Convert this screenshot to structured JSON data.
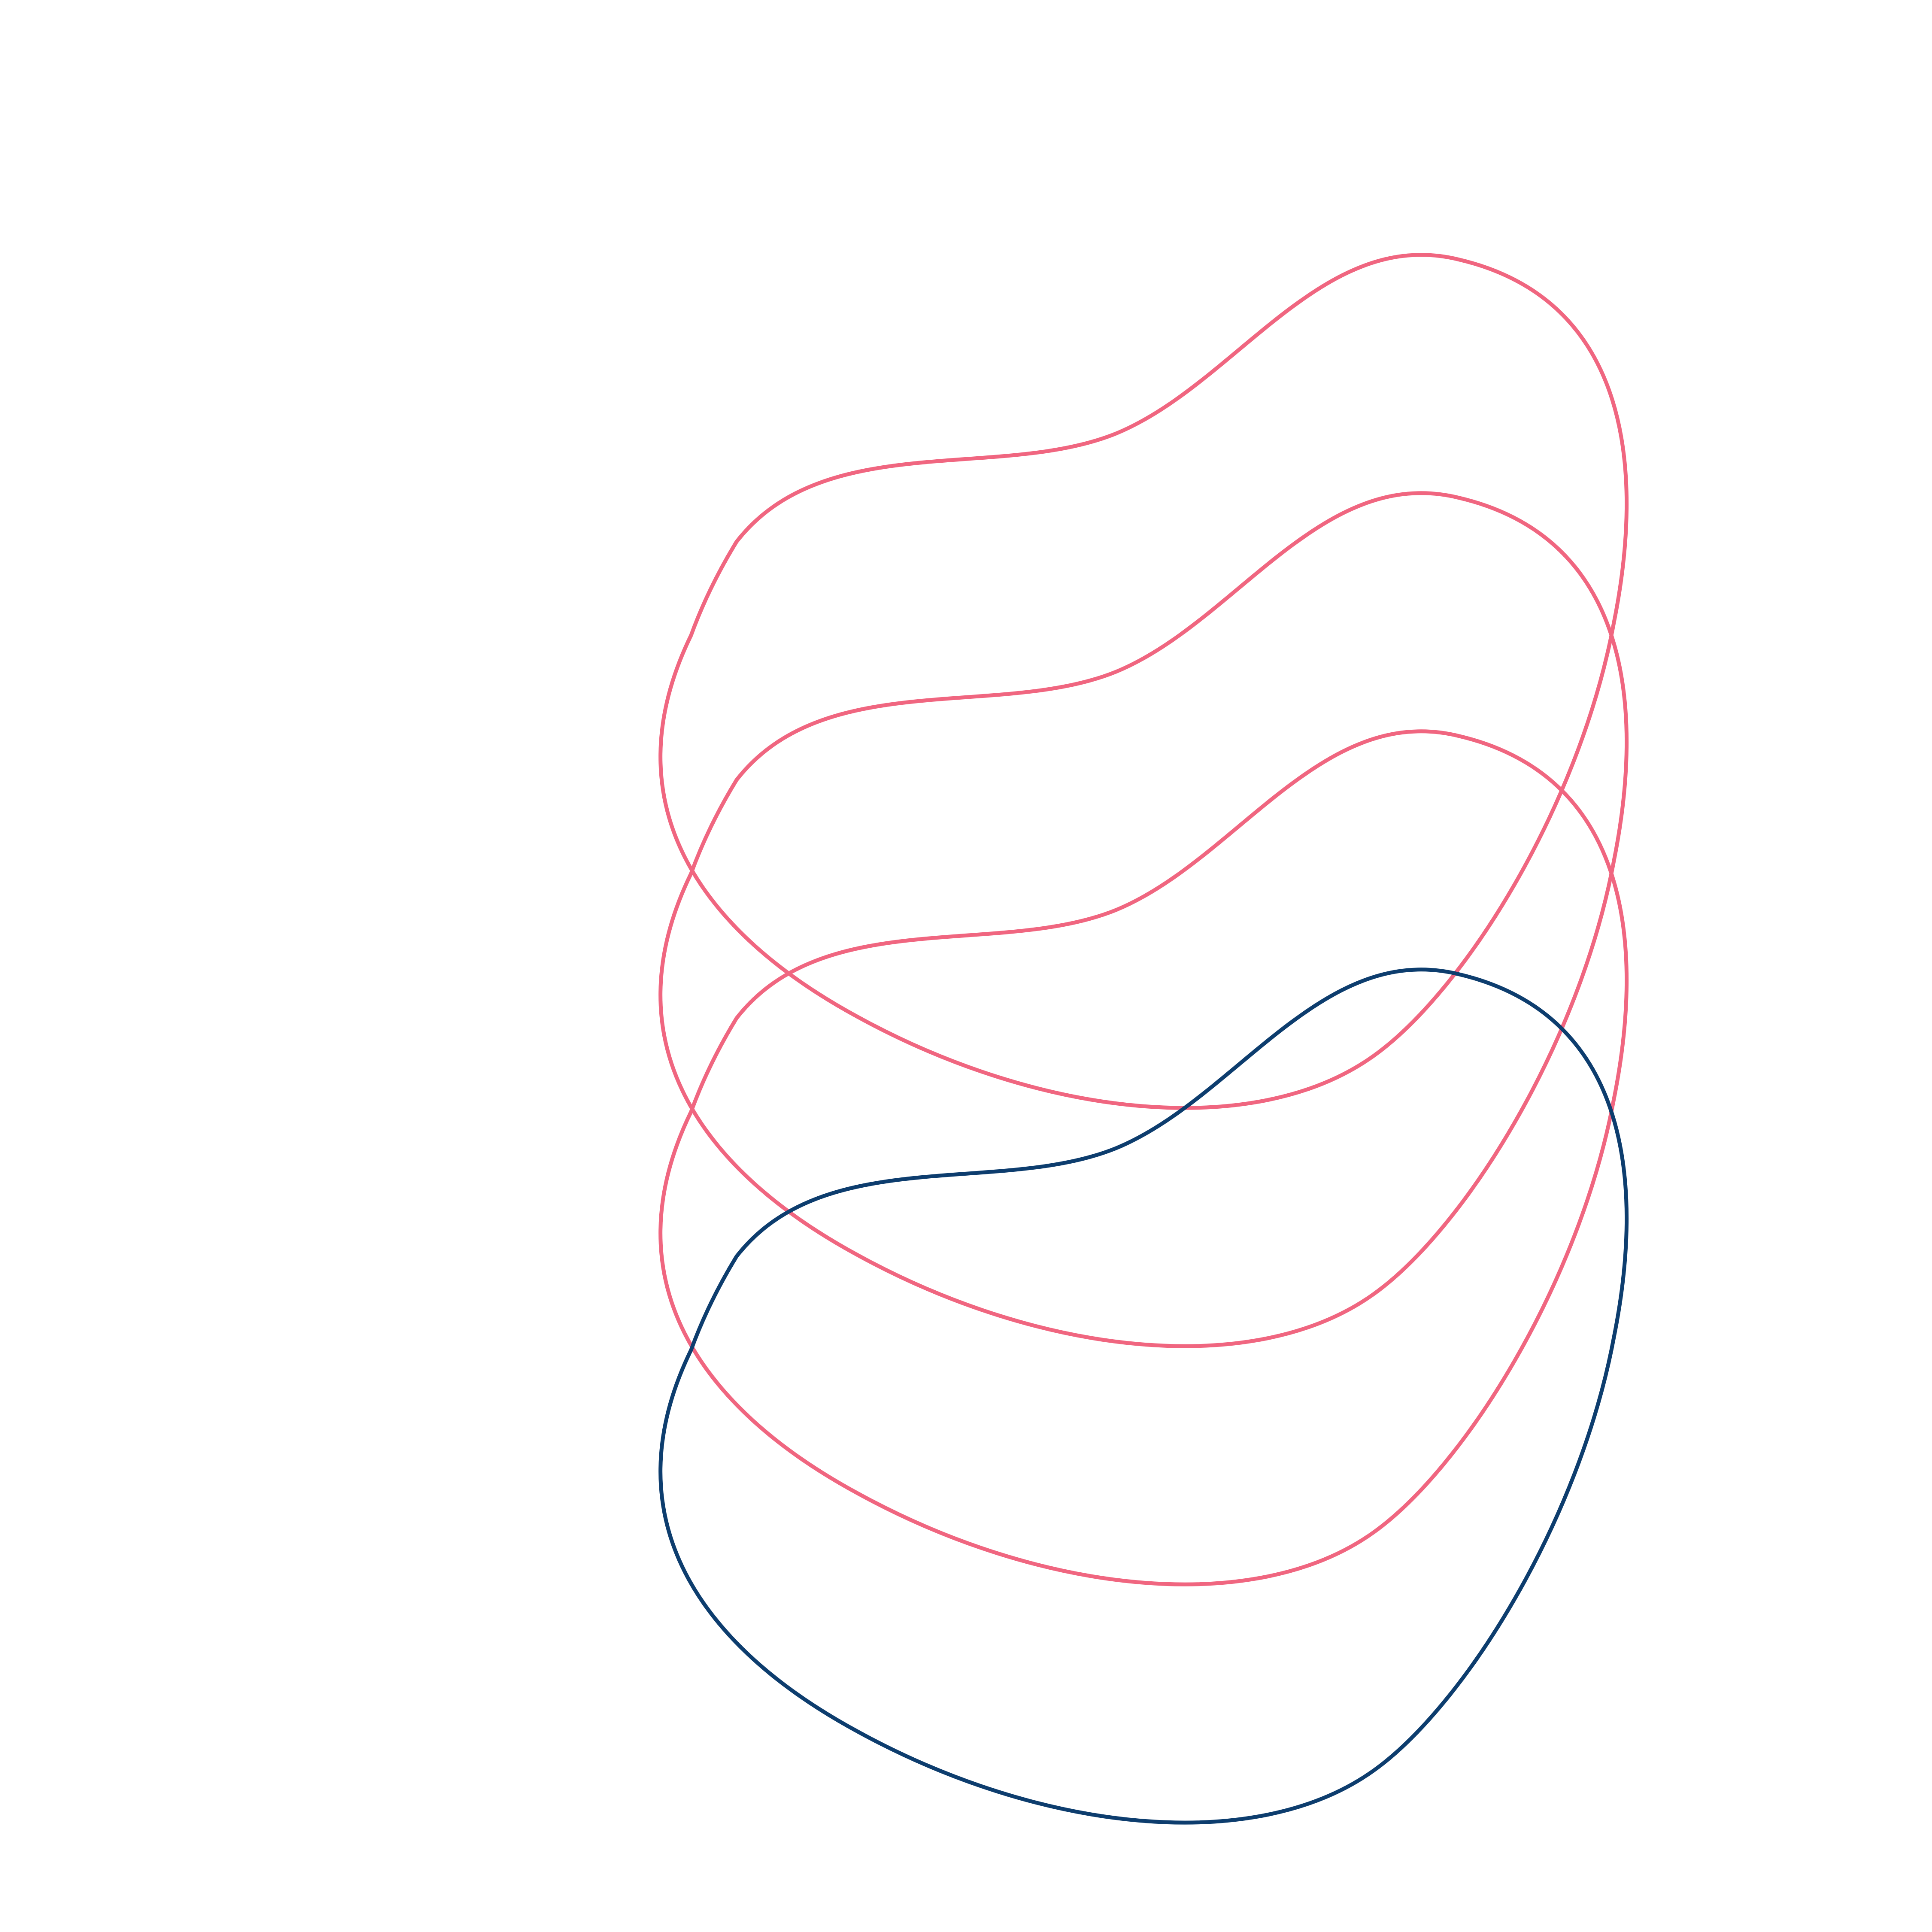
{
  "artwork": {
    "background_color": "#ffffff",
    "shape": "organic-blob-outline",
    "outlines": [
      {
        "name": "blob-outline-1",
        "color": "#f06680"
      },
      {
        "name": "blob-outline-2",
        "color": "#f06680"
      },
      {
        "name": "blob-outline-3",
        "color": "#f06680"
      },
      {
        "name": "blob-outline-4",
        "color": "#0d3d6e"
      }
    ]
  }
}
